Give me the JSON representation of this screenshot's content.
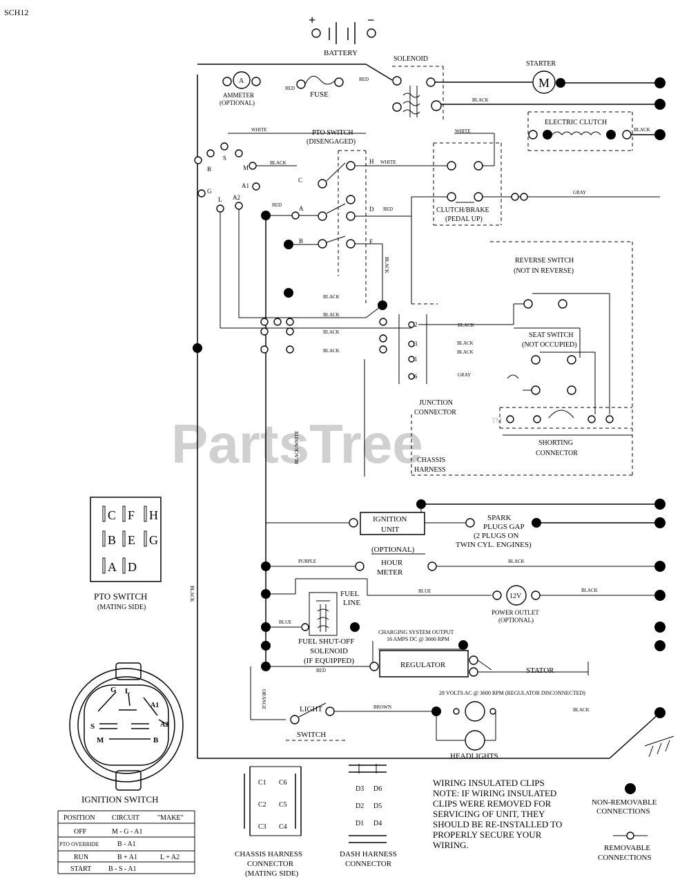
{
  "page_code": "SCH12",
  "watermark": "PartsTree",
  "watermark_tm": "TM",
  "battery": {
    "label": "BATTERY",
    "plus": "+",
    "minus": "−"
  },
  "solenoid": {
    "label": "SOLENOID"
  },
  "starter": {
    "label": "STARTER",
    "symbol": "M"
  },
  "ammeter": {
    "label": "AMMETER",
    "note": "(OPTIONAL)",
    "symbol": "A"
  },
  "fuse": {
    "label": "FUSE"
  },
  "electric_clutch": {
    "label": "ELECTRIC CLUTCH"
  },
  "pto_switch_top": {
    "label": "PTO SWITCH",
    "state": "(DISENGAGED)"
  },
  "clutch_brake": {
    "label": "CLUTCH/BRAKE",
    "state": "(PEDAL UP)"
  },
  "reverse_switch": {
    "label": "REVERSE SWITCH",
    "state": "(NOT IN REVERSE)"
  },
  "seat_switch": {
    "label": "SEAT SWITCH",
    "state": "(NOT OCCUPIED)"
  },
  "junction_connector": {
    "line1": "JUNCTION",
    "line2": "CONNECTOR"
  },
  "shorting_connector": {
    "line1": "SHORTING",
    "line2": "CONNECTOR"
  },
  "chassis_harness": {
    "line1": "CHASSIS",
    "line2": "HARNESS"
  },
  "ignition_unit": {
    "line1": "IGNITION",
    "line2": "UNIT"
  },
  "spark_plugs": {
    "line1": "SPARK",
    "line2": "PLUGS GAP",
    "line3": "(2 PLUGS ON",
    "line4": "TWIN CYL. ENGINES)"
  },
  "hour_meter": {
    "optional": "(OPTIONAL)",
    "line1": "HOUR",
    "line2": "METER"
  },
  "fuel_line": {
    "line1": "FUEL",
    "line2": "LINE"
  },
  "power_outlet": {
    "symbol": "12V",
    "line1": "POWER OUTLET",
    "line2": "(OPTIONAL)"
  },
  "fuel_solenoid": {
    "line1": "FUEL SHUT-OFF",
    "line2": "SOLENOID",
    "line3": "(IF EQUIPPED)"
  },
  "charging_note": {
    "line1": "CHARGING SYSTEM OUTPUT",
    "line2": "16 AMPS DC @ 3600 RPM"
  },
  "regulator": {
    "label": "REGULATOR"
  },
  "stator": {
    "label": "STATOR"
  },
  "ac_note": "28 VOLTS AC @ 3600 RPM (REGULATOR DISCONNECTED)",
  "light_switch": {
    "line1": "LIGHT",
    "line2": "SWITCH"
  },
  "headlights": {
    "label": "HEADLIGHTS"
  },
  "wire_colors": {
    "red": "RED",
    "black": "BLACK",
    "white": "WHITE",
    "gray": "GRAY",
    "blue": "BLUE",
    "brown": "BROWN",
    "orange": "ORANGE",
    "black_white": "BLACK/WHITE",
    "purple": "PURPLE"
  },
  "pin_letters": {
    "ign_b": "B",
    "ign_s": "S",
    "ign_m": "M",
    "ign_a1": "A1",
    "ign_g": "G",
    "ign_l": "L",
    "ign_a2": "A2",
    "pto_c": "C",
    "pto_h": "H",
    "pto_a": "A",
    "pto_d": "D",
    "pto_b": "B",
    "pto_e": "E",
    "junc_2": "2",
    "junc_3": "3",
    "junc_1": "1",
    "junc_6": "6"
  },
  "pto_mating": {
    "grid": [
      [
        "C",
        "F",
        "H"
      ],
      [
        "B",
        "E",
        "G"
      ],
      [
        "A",
        "D",
        ""
      ]
    ],
    "line1": "PTO SWITCH",
    "line2": "(MATING SIDE)"
  },
  "ignition_switch": {
    "label": "IGNITION SWITCH",
    "terminals": [
      "G",
      "L",
      "A1",
      "A2",
      "S",
      "M",
      "B"
    ],
    "table": {
      "headers": [
        "POSITION",
        "CIRCUIT",
        "\"MAKE\""
      ],
      "rows": [
        [
          "OFF",
          "M - G - A1",
          ""
        ],
        [
          "PTO OVERRIDE",
          "B - A1",
          ""
        ],
        [
          "RUN",
          "B + A1",
          "L + A2"
        ],
        [
          "START",
          "B - S - A1",
          ""
        ]
      ]
    }
  },
  "chassis_connector": {
    "pins": [
      "C1",
      "C6",
      "C2",
      "C5",
      "C3",
      "C4"
    ],
    "line1": "CHASSIS HARNESS",
    "line2": "CONNECTOR",
    "line3": "(MATING SIDE)"
  },
  "dash_connector": {
    "pins": [
      "D3",
      "D6",
      "D2",
      "D5",
      "D1",
      "D4"
    ],
    "line1": "DASH HARNESS",
    "line2": "CONNECTOR"
  },
  "clips_note": {
    "title": "WIRING INSULATED CLIPS",
    "lines": [
      "NOTE: IF WIRING INSULATED",
      "CLIPS WERE REMOVED FOR",
      "SERVICING OF UNIT, THEY",
      "SHOULD BE RE-INSTALLED TO",
      "PROPERLY SECURE YOUR",
      "WIRING."
    ]
  },
  "legend": {
    "non_removable_1": "NON-REMOVABLE",
    "non_removable_2": "CONNECTIONS",
    "removable_1": "REMOVABLE",
    "removable_2": "CONNECTIONS"
  }
}
